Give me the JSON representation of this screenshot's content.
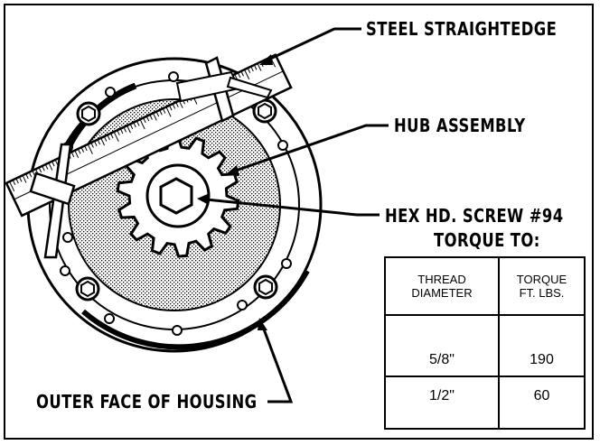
{
  "labels": {
    "steel_straightedge": "STEEL STRAIGHTEDGE",
    "hub_assembly": "HUB ASSEMBLY",
    "hex_screw": "HEX HD. SCREW #94",
    "torque_to": "TORQUE TO:",
    "outer_face": "OUTER FACE OF HOUSING"
  },
  "table": {
    "headers": [
      {
        "line1": "THREAD",
        "line2": "DIAMETER"
      },
      {
        "line1": "TORQUE",
        "line2": "FT. LBS."
      }
    ],
    "rows": [
      {
        "thread": "5/8\"",
        "torque": "190"
      },
      {
        "thread": "1/2\"",
        "torque": "60"
      }
    ]
  }
}
